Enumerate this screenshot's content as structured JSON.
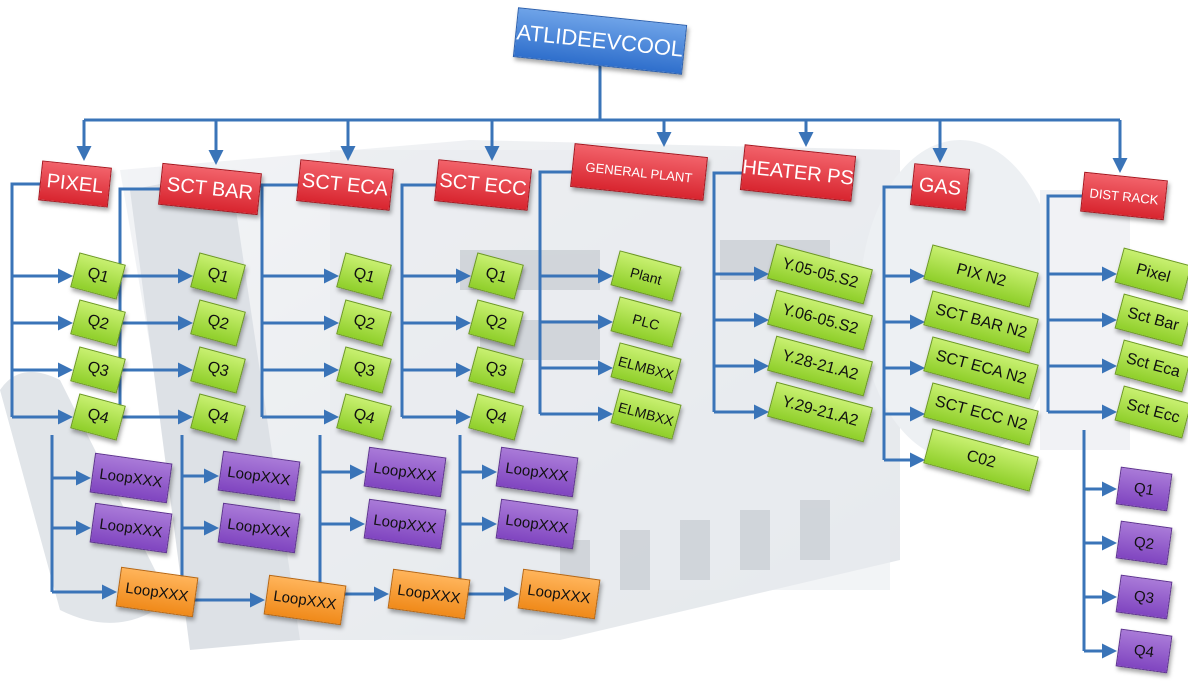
{
  "root": {
    "label": "ATLIDEEVCOOL"
  },
  "colors": {
    "connector": "#3a74b8",
    "root": "#3a7ad6",
    "category": "#e23a42",
    "leaf": "#a6e03c",
    "loop": "#8c52c8",
    "loop_orange": "#f6961f"
  },
  "groups": [
    {
      "label": "PIXEL",
      "leaves": [
        "Q1",
        "Q2",
        "Q3",
        "Q4"
      ],
      "loops": [
        {
          "label": "LoopXXX",
          "kind": "purple"
        },
        {
          "label": "LoopXXX",
          "kind": "purple"
        },
        {
          "label": "LoopXXX",
          "kind": "orange"
        }
      ]
    },
    {
      "label": "SCT BAR",
      "leaves": [
        "Q1",
        "Q2",
        "Q3",
        "Q4"
      ],
      "loops": [
        {
          "label": "LoopXXX",
          "kind": "purple"
        },
        {
          "label": "LoopXXX",
          "kind": "purple"
        },
        {
          "label": "LoopXXX",
          "kind": "orange"
        }
      ]
    },
    {
      "label": "SCT ECA",
      "leaves": [
        "Q1",
        "Q2",
        "Q3",
        "Q4"
      ],
      "loops": [
        {
          "label": "LoopXXX",
          "kind": "purple"
        },
        {
          "label": "LoopXXX",
          "kind": "purple"
        },
        {
          "label": "LoopXXX",
          "kind": "orange"
        }
      ]
    },
    {
      "label": "SCT ECC",
      "leaves": [
        "Q1",
        "Q2",
        "Q3",
        "Q4"
      ],
      "loops": [
        {
          "label": "LoopXXX",
          "kind": "purple"
        },
        {
          "label": "LoopXXX",
          "kind": "purple"
        },
        {
          "label": "LoopXXX",
          "kind": "orange"
        }
      ]
    },
    {
      "label": "GENERAL PLANT",
      "leaves": [
        "Plant",
        "PLC",
        "ELMBXX",
        "ELMBXX"
      ],
      "loops": []
    },
    {
      "label": "HEATER PS",
      "leaves": [
        "Y.05-05.S2",
        "Y.06-05.S2",
        "Y.28-21.A2",
        "Y.29-21.A2"
      ],
      "loops": []
    },
    {
      "label": "GAS",
      "leaves": [
        "PIX N2",
        "SCT BAR N2",
        "SCT ECA N2",
        "SCT ECC N2",
        "C02"
      ],
      "loops": []
    },
    {
      "label": "DIST RACK",
      "leaves": [
        "Pixel",
        "Sct Bar",
        "Sct Eca",
        "Sct Ecc"
      ],
      "loops": [
        {
          "label": "Q1",
          "kind": "purple"
        },
        {
          "label": "Q2",
          "kind": "purple"
        },
        {
          "label": "Q3",
          "kind": "purple"
        },
        {
          "label": "Q4",
          "kind": "purple"
        }
      ]
    }
  ]
}
